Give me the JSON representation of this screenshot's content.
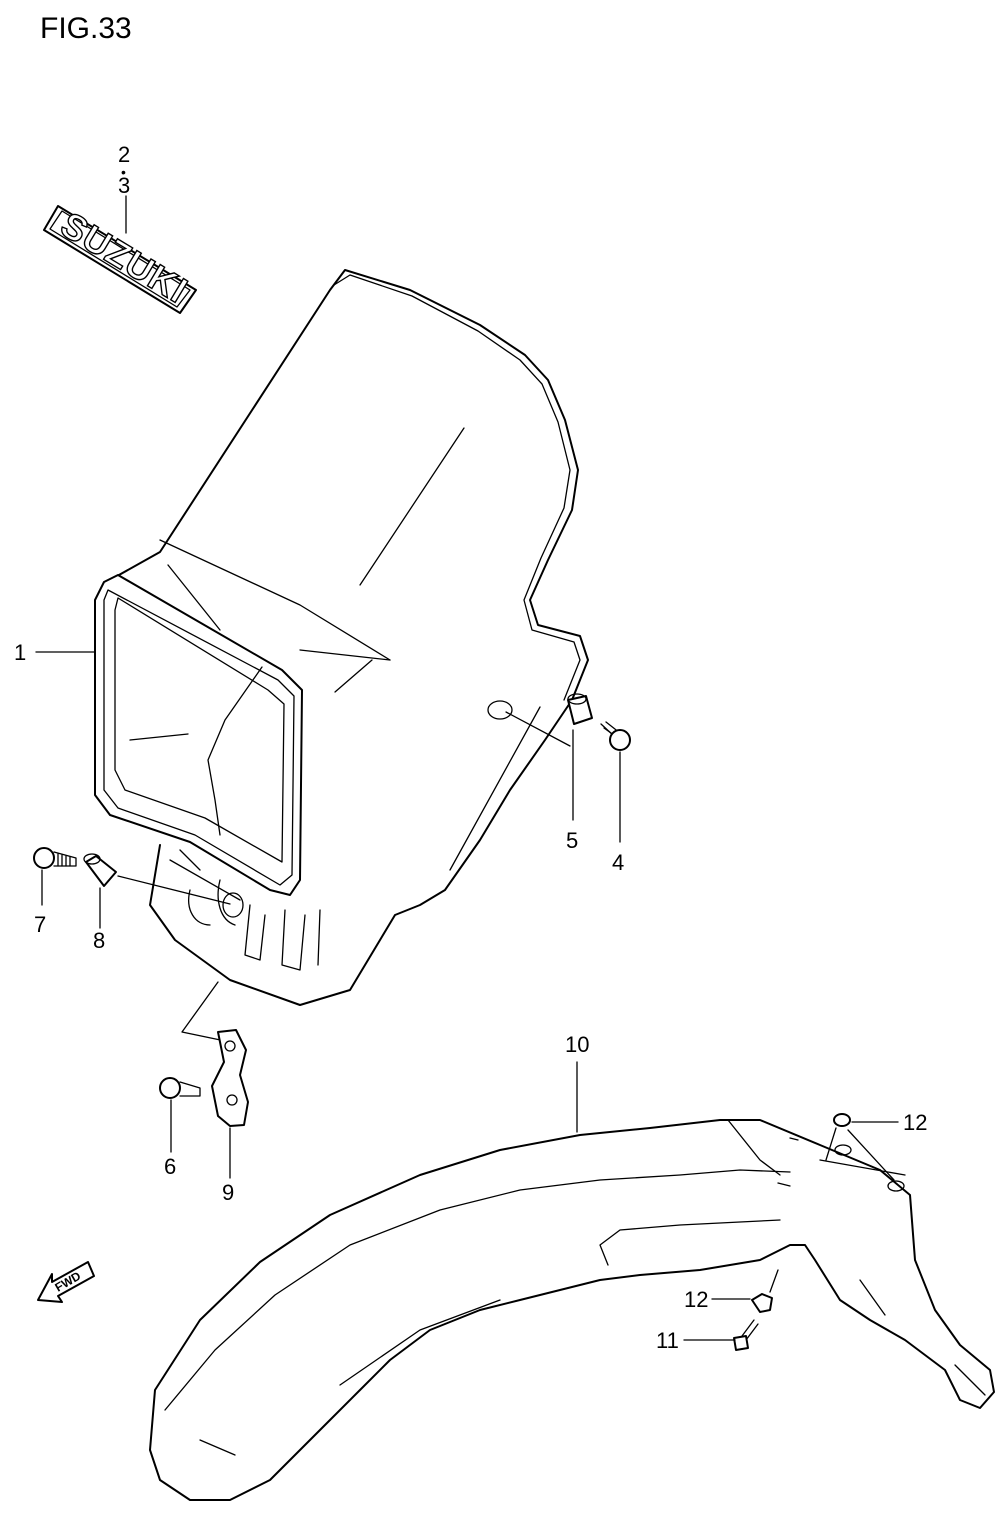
{
  "figure": {
    "title": "FIG.33",
    "emblem_text": "SUZUKI",
    "direction_text": "FWD"
  },
  "callouts": [
    {
      "id": "c1",
      "text": "1"
    },
    {
      "id": "c2",
      "text": "2"
    },
    {
      "id": "c2dot",
      "text": "•"
    },
    {
      "id": "c3",
      "text": "3"
    },
    {
      "id": "c4",
      "text": "4"
    },
    {
      "id": "c5",
      "text": "5"
    },
    {
      "id": "c6",
      "text": "6"
    },
    {
      "id": "c7",
      "text": "7"
    },
    {
      "id": "c8",
      "text": "8"
    },
    {
      "id": "c9",
      "text": "9"
    },
    {
      "id": "c10",
      "text": "10"
    },
    {
      "id": "c11",
      "text": "11"
    },
    {
      "id": "c12a",
      "text": "12"
    },
    {
      "id": "c12b",
      "text": "12"
    }
  ]
}
